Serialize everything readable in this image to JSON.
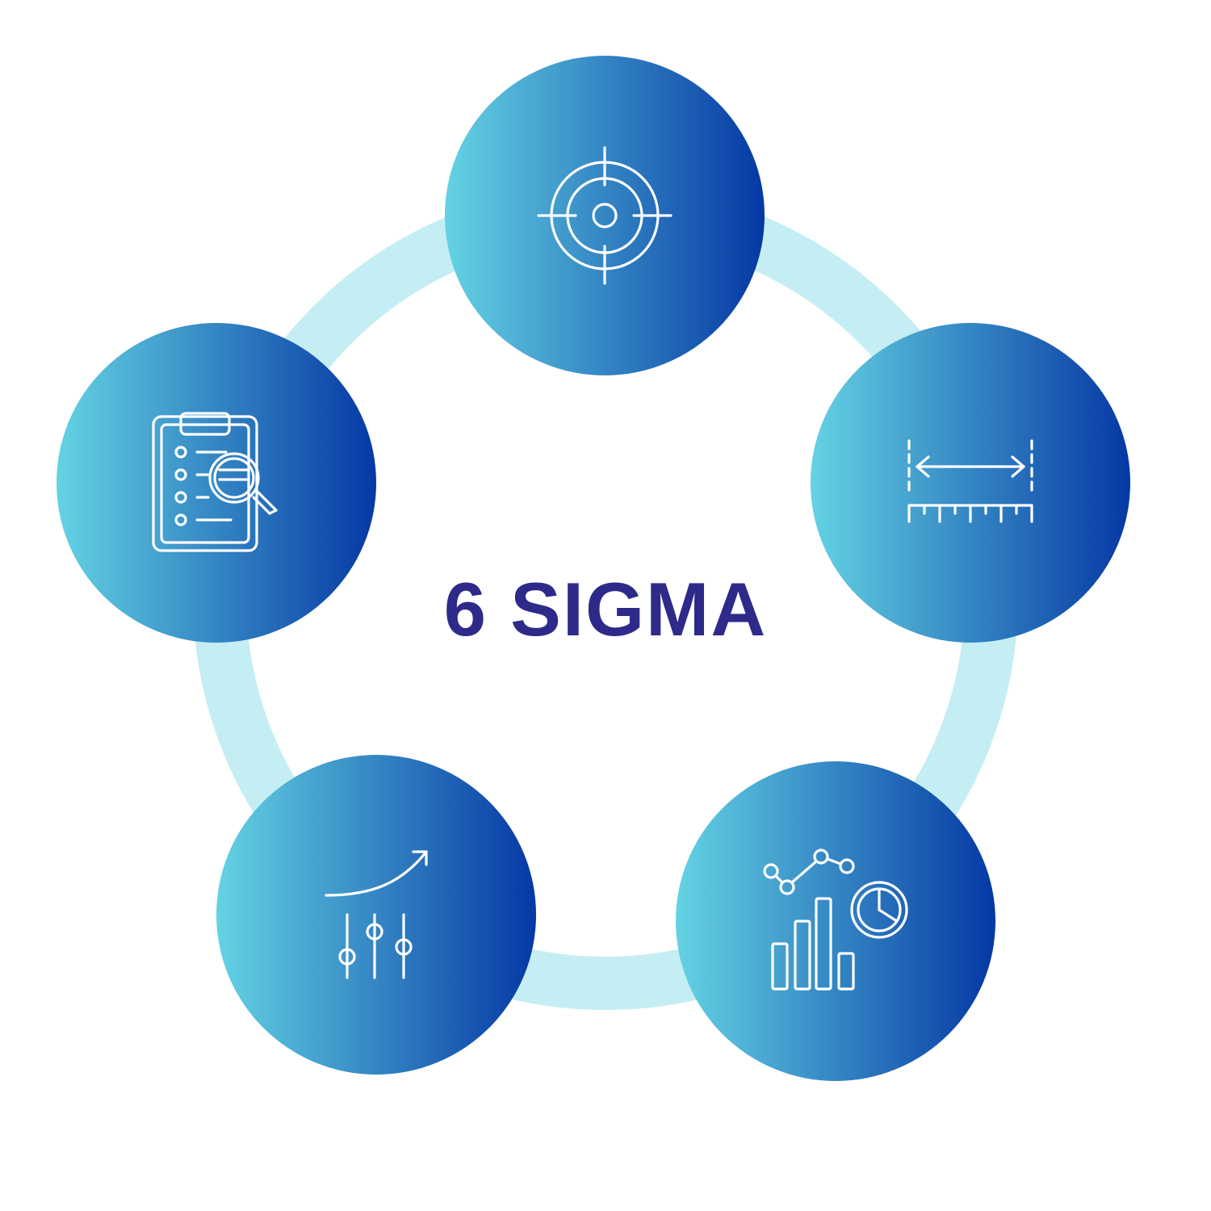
{
  "title": "6 SIGMA",
  "colors": {
    "title": "#2e2a8a",
    "ring": "#c4eef3",
    "circle_gradient_start": "#64d3e3",
    "circle_gradient_end": "#0538a4",
    "icon_stroke": "#ffffff"
  },
  "nodes": [
    {
      "id": "n-target",
      "icon": "crosshair-target-icon"
    },
    {
      "id": "n-measure",
      "icon": "measurement-ruler-icon"
    },
    {
      "id": "n-analyze",
      "icon": "data-charts-icon"
    },
    {
      "id": "n-improve",
      "icon": "trend-sliders-icon"
    },
    {
      "id": "n-control",
      "icon": "clipboard-magnifier-icon"
    }
  ]
}
